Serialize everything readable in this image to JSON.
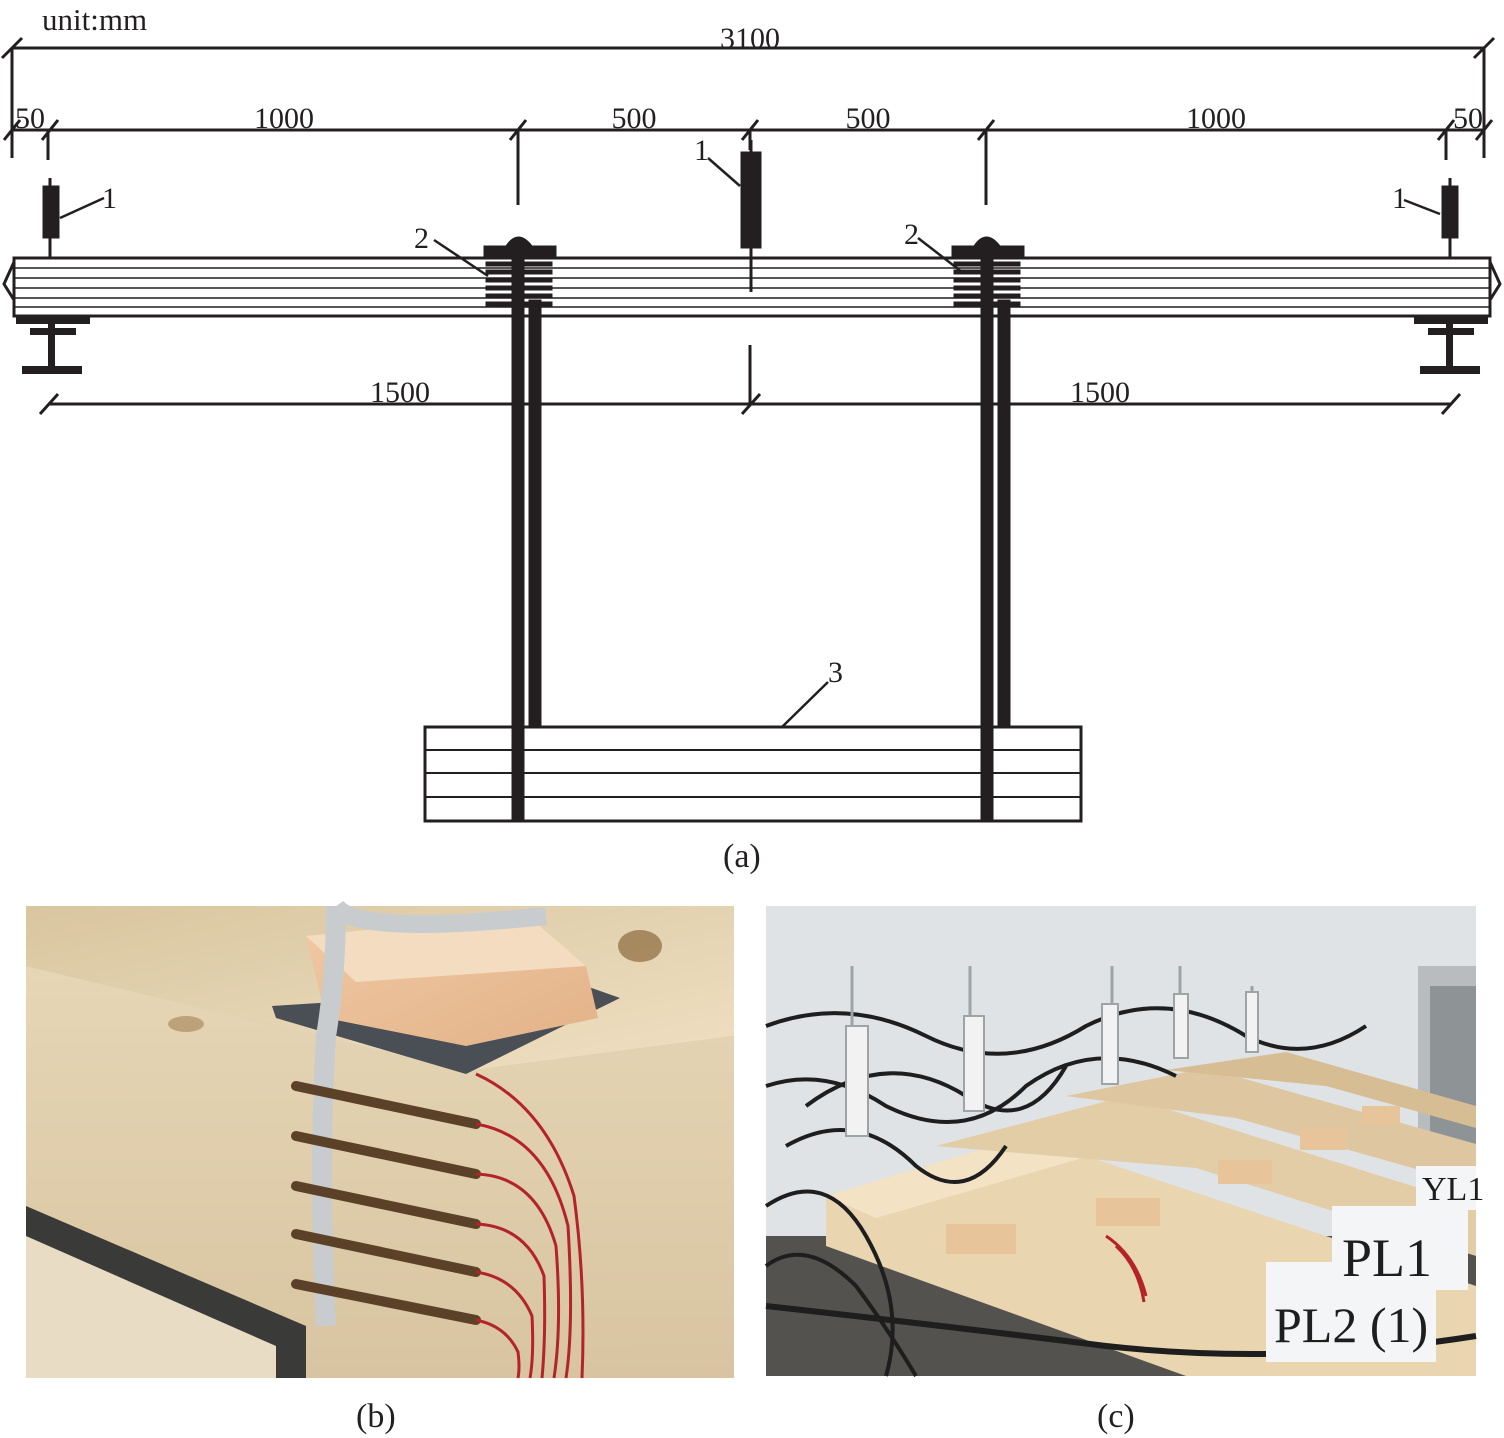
{
  "unit_label": "unit:mm",
  "dimensions": {
    "total": "3100",
    "segments": [
      "50",
      "1000",
      "500",
      "500",
      "1000",
      "50"
    ],
    "spans": [
      "1500",
      "1500"
    ]
  },
  "callouts": {
    "lvdt_left": "1",
    "lvdt_mid": "1",
    "lvdt_right": "1",
    "load_point_left": "2",
    "load_point_right": "2",
    "reaction_beam": "3"
  },
  "captions": {
    "a": "(a)",
    "b": "(b)",
    "c": "(c)"
  },
  "photo_c_labels": [
    "YL1",
    "PL1",
    "PL2 (1)"
  ],
  "colors": {
    "line": "#231f20",
    "wood": "#e3c9a0",
    "wood_dark": "#c9a677",
    "steel_plate": "#4a4f55",
    "strain_wire": "#b2242a",
    "steel_cable": "#c9ccce",
    "wall": "#dfe3e6"
  }
}
